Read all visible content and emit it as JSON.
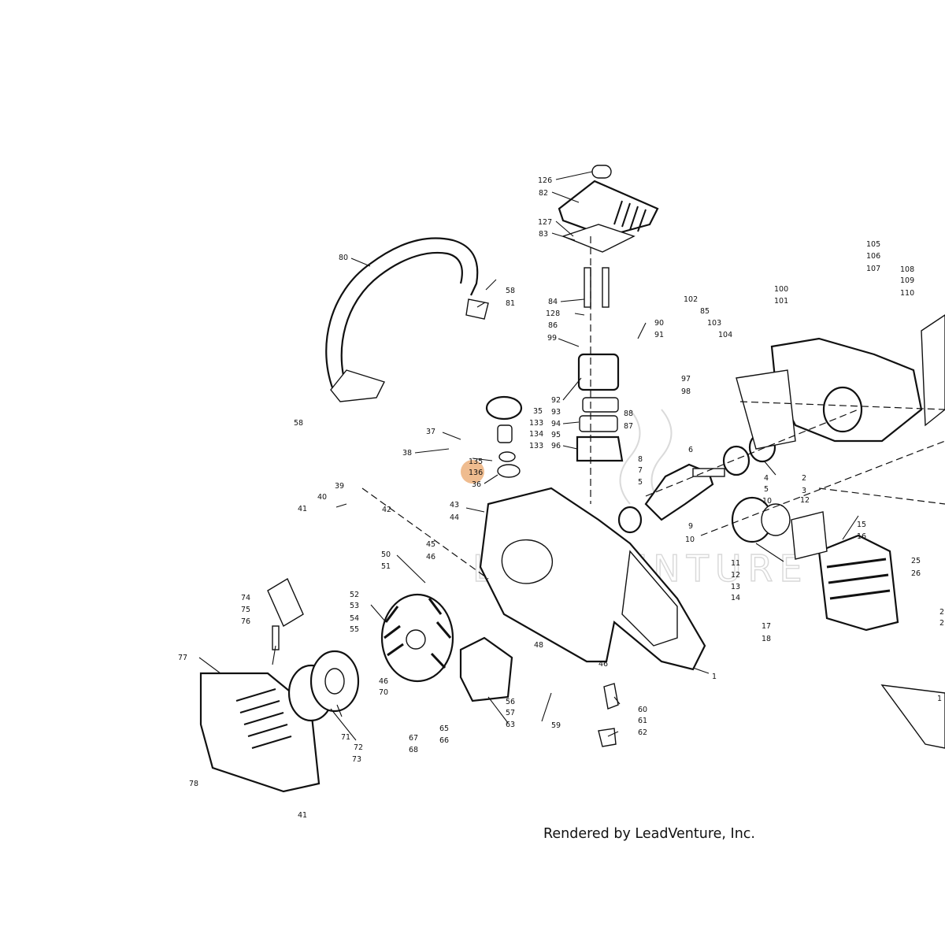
{
  "credit": "Rendered by LeadVenture, Inc.",
  "watermark": "LEADVENTURE",
  "highlight": {
    "label": "136",
    "color": "#e8a060"
  },
  "callouts": [
    {
      "label": "126"
    },
    {
      "label": "82"
    },
    {
      "label": "127"
    },
    {
      "label": "83"
    },
    {
      "label": "80"
    },
    {
      "label": "58"
    },
    {
      "label": "81"
    },
    {
      "label": "84"
    },
    {
      "label": "128"
    },
    {
      "label": "86"
    },
    {
      "label": "99"
    },
    {
      "label": "90"
    },
    {
      "label": "91"
    },
    {
      "label": "92"
    },
    {
      "label": "93"
    },
    {
      "label": "94"
    },
    {
      "label": "95"
    },
    {
      "label": "96"
    },
    {
      "label": "88"
    },
    {
      "label": "87"
    },
    {
      "label": "97"
    },
    {
      "label": "98"
    },
    {
      "label": "102"
    },
    {
      "label": "85"
    },
    {
      "label": "103"
    },
    {
      "label": "104"
    },
    {
      "label": "100"
    },
    {
      "label": "101"
    },
    {
      "label": "105"
    },
    {
      "label": "106"
    },
    {
      "label": "107"
    },
    {
      "label": "108"
    },
    {
      "label": "109"
    },
    {
      "label": "110"
    },
    {
      "label": "58"
    },
    {
      "label": "35"
    },
    {
      "label": "133"
    },
    {
      "label": "134"
    },
    {
      "label": "133"
    },
    {
      "label": "37"
    },
    {
      "label": "38"
    },
    {
      "label": "135"
    },
    {
      "label": "136"
    },
    {
      "label": "36"
    },
    {
      "label": "39"
    },
    {
      "label": "40"
    },
    {
      "label": "41"
    },
    {
      "label": "42"
    },
    {
      "label": "43"
    },
    {
      "label": "44"
    },
    {
      "label": "45"
    },
    {
      "label": "46"
    },
    {
      "label": "50"
    },
    {
      "label": "51"
    },
    {
      "label": "52"
    },
    {
      "label": "53"
    },
    {
      "label": "54"
    },
    {
      "label": "55"
    },
    {
      "label": "74"
    },
    {
      "label": "75"
    },
    {
      "label": "76"
    },
    {
      "label": "77"
    },
    {
      "label": "46"
    },
    {
      "label": "70"
    },
    {
      "label": "71"
    },
    {
      "label": "72"
    },
    {
      "label": "73"
    },
    {
      "label": "78"
    },
    {
      "label": "41"
    },
    {
      "label": "48"
    },
    {
      "label": "46"
    },
    {
      "label": "56"
    },
    {
      "label": "57"
    },
    {
      "label": "63"
    },
    {
      "label": "59"
    },
    {
      "label": "65"
    },
    {
      "label": "66"
    },
    {
      "label": "67"
    },
    {
      "label": "68"
    },
    {
      "label": "60"
    },
    {
      "label": "61"
    },
    {
      "label": "62"
    },
    {
      "label": "1"
    },
    {
      "label": "8"
    },
    {
      "label": "7"
    },
    {
      "label": "5"
    },
    {
      "label": "6"
    },
    {
      "label": "4"
    },
    {
      "label": "5"
    },
    {
      "label": "10"
    },
    {
      "label": "9"
    },
    {
      "label": "10"
    },
    {
      "label": "12"
    },
    {
      "label": "2"
    },
    {
      "label": "3"
    },
    {
      "label": "11"
    },
    {
      "label": "12"
    },
    {
      "label": "13"
    },
    {
      "label": "14"
    },
    {
      "label": "15"
    },
    {
      "label": "16"
    },
    {
      "label": "17"
    },
    {
      "label": "18"
    },
    {
      "label": "25"
    },
    {
      "label": "26"
    },
    {
      "label": "2"
    },
    {
      "label": "2"
    },
    {
      "label": "1"
    }
  ]
}
